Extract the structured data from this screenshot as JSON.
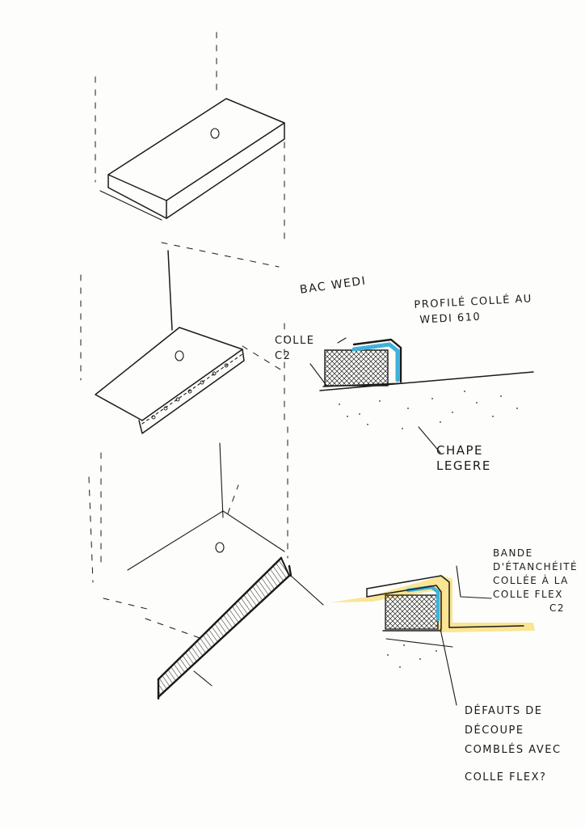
{
  "annotations": {
    "bac_wedi": "BAC WEDI",
    "profile_colle": [
      "PROFILÉ COLLÉ AU",
      "WEDI 610"
    ],
    "colle_c2": [
      "COLLE",
      "C2"
    ],
    "chape_legere": [
      "CHAPE",
      "LEGERE"
    ],
    "bande_etancheite": [
      "BANDE",
      "D'ÉTANCHÉITÉ",
      "COLLÉE À LA",
      "COLLE FLEX",
      "C2"
    ],
    "defauts_decoupe": [
      "DÉFAUTS DE",
      "DÉCOUPE",
      "COMBLÉS AVEC",
      "COLLE FLEX?"
    ]
  },
  "colors": {
    "ink": "#1a1a1a",
    "profile_blue": "#3fb2dc",
    "tape_yellow": "#f5d240",
    "paper": "#fdfdfb"
  }
}
